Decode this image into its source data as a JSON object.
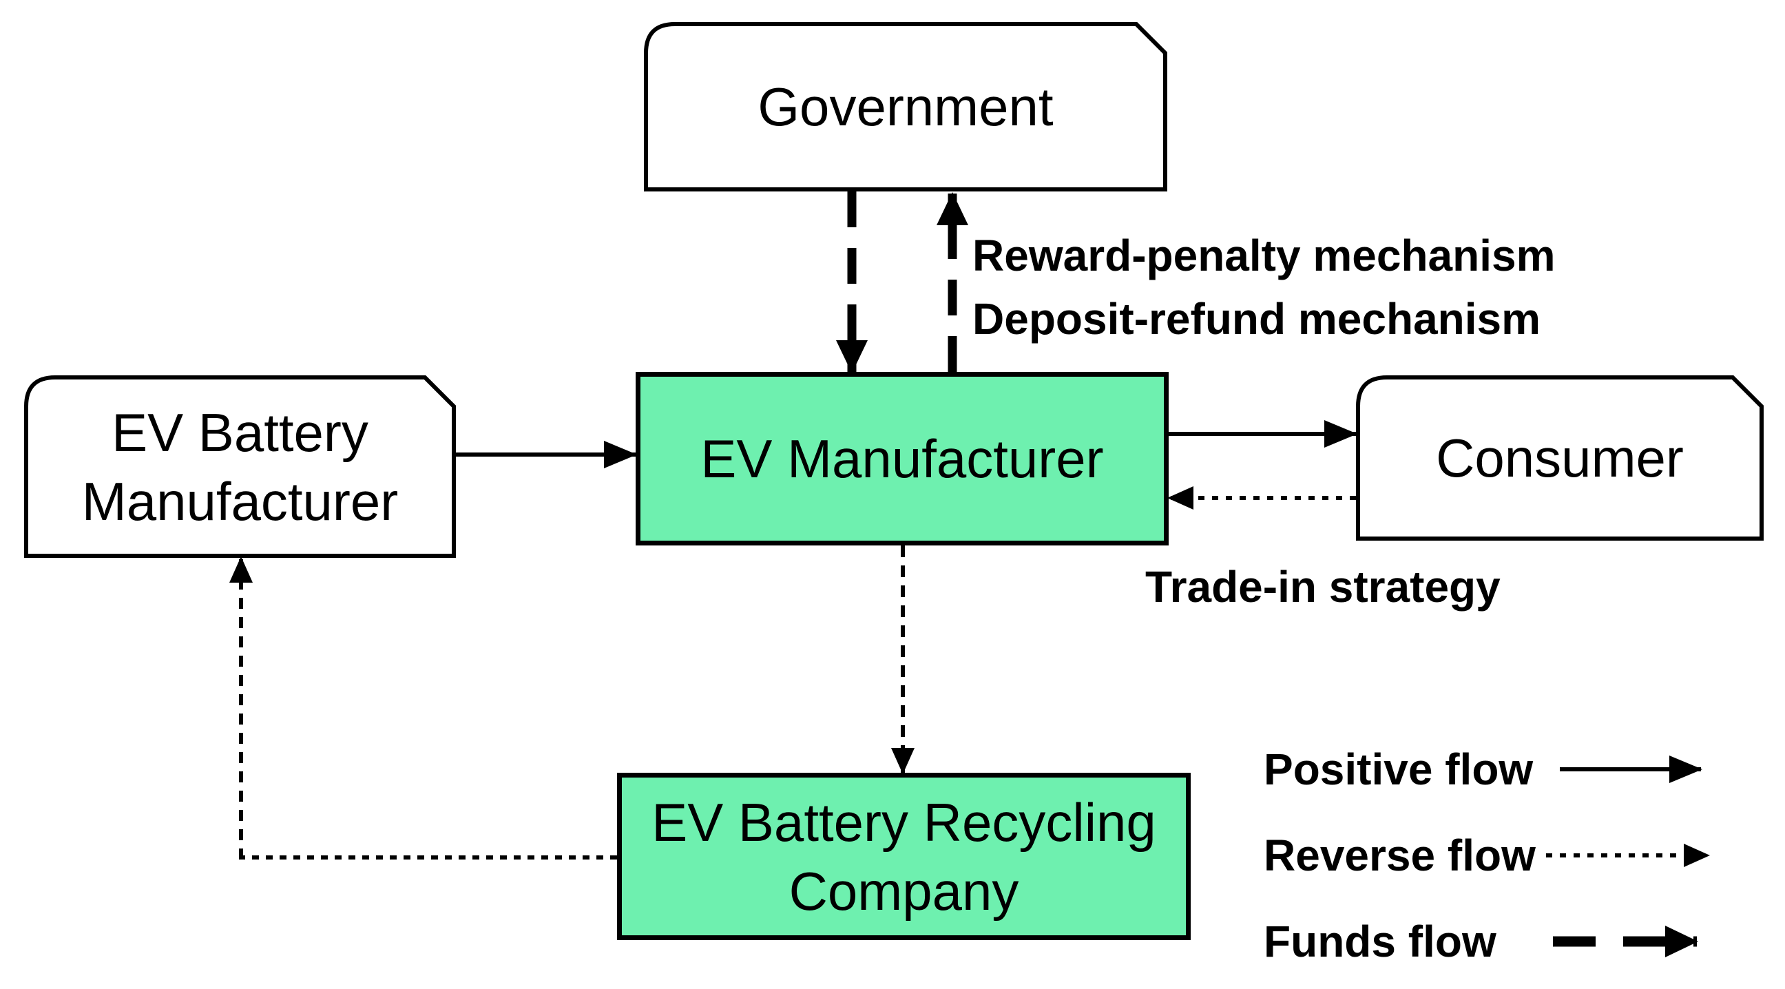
{
  "boxes": {
    "government": {
      "label": "Government"
    },
    "ev_battery_manufacturer": {
      "label": "EV Battery\nManufacturer"
    },
    "ev_manufacturer": {
      "label": "EV Manufacturer"
    },
    "consumer": {
      "label": "Consumer"
    },
    "ev_battery_recycling_company": {
      "label": "EV Battery Recycling\nCompany"
    }
  },
  "annotations": {
    "government_mechanisms": "Reward-penalty mechanism\nDeposit-refund mechanism",
    "trade_in": "Trade-in strategy"
  },
  "flows": [
    {
      "from": "Government",
      "to": "EV Manufacturer",
      "type": "funds"
    },
    {
      "from": "EV Manufacturer",
      "to": "Government",
      "type": "funds"
    },
    {
      "from": "EV Battery Manufacturer",
      "to": "EV Manufacturer",
      "type": "positive"
    },
    {
      "from": "EV Manufacturer",
      "to": "Consumer",
      "type": "positive"
    },
    {
      "from": "Consumer",
      "to": "EV Manufacturer",
      "type": "reverse"
    },
    {
      "from": "EV Manufacturer",
      "to": "EV Battery Recycling Company",
      "type": "reverse"
    },
    {
      "from": "EV Battery Recycling Company",
      "to": "EV Battery Manufacturer",
      "type": "reverse"
    }
  ],
  "legend": {
    "items": [
      {
        "label": "Positive flow",
        "style": "solid"
      },
      {
        "label": "Reverse flow",
        "style": "dotted"
      },
      {
        "label": "Funds flow",
        "style": "dashed"
      }
    ]
  },
  "colors": {
    "highlight_fill": "#6EF0AF",
    "box_fill": "#FFFFFF",
    "line": "#000000",
    "text": "#000000",
    "background": "#FFFFFF"
  }
}
